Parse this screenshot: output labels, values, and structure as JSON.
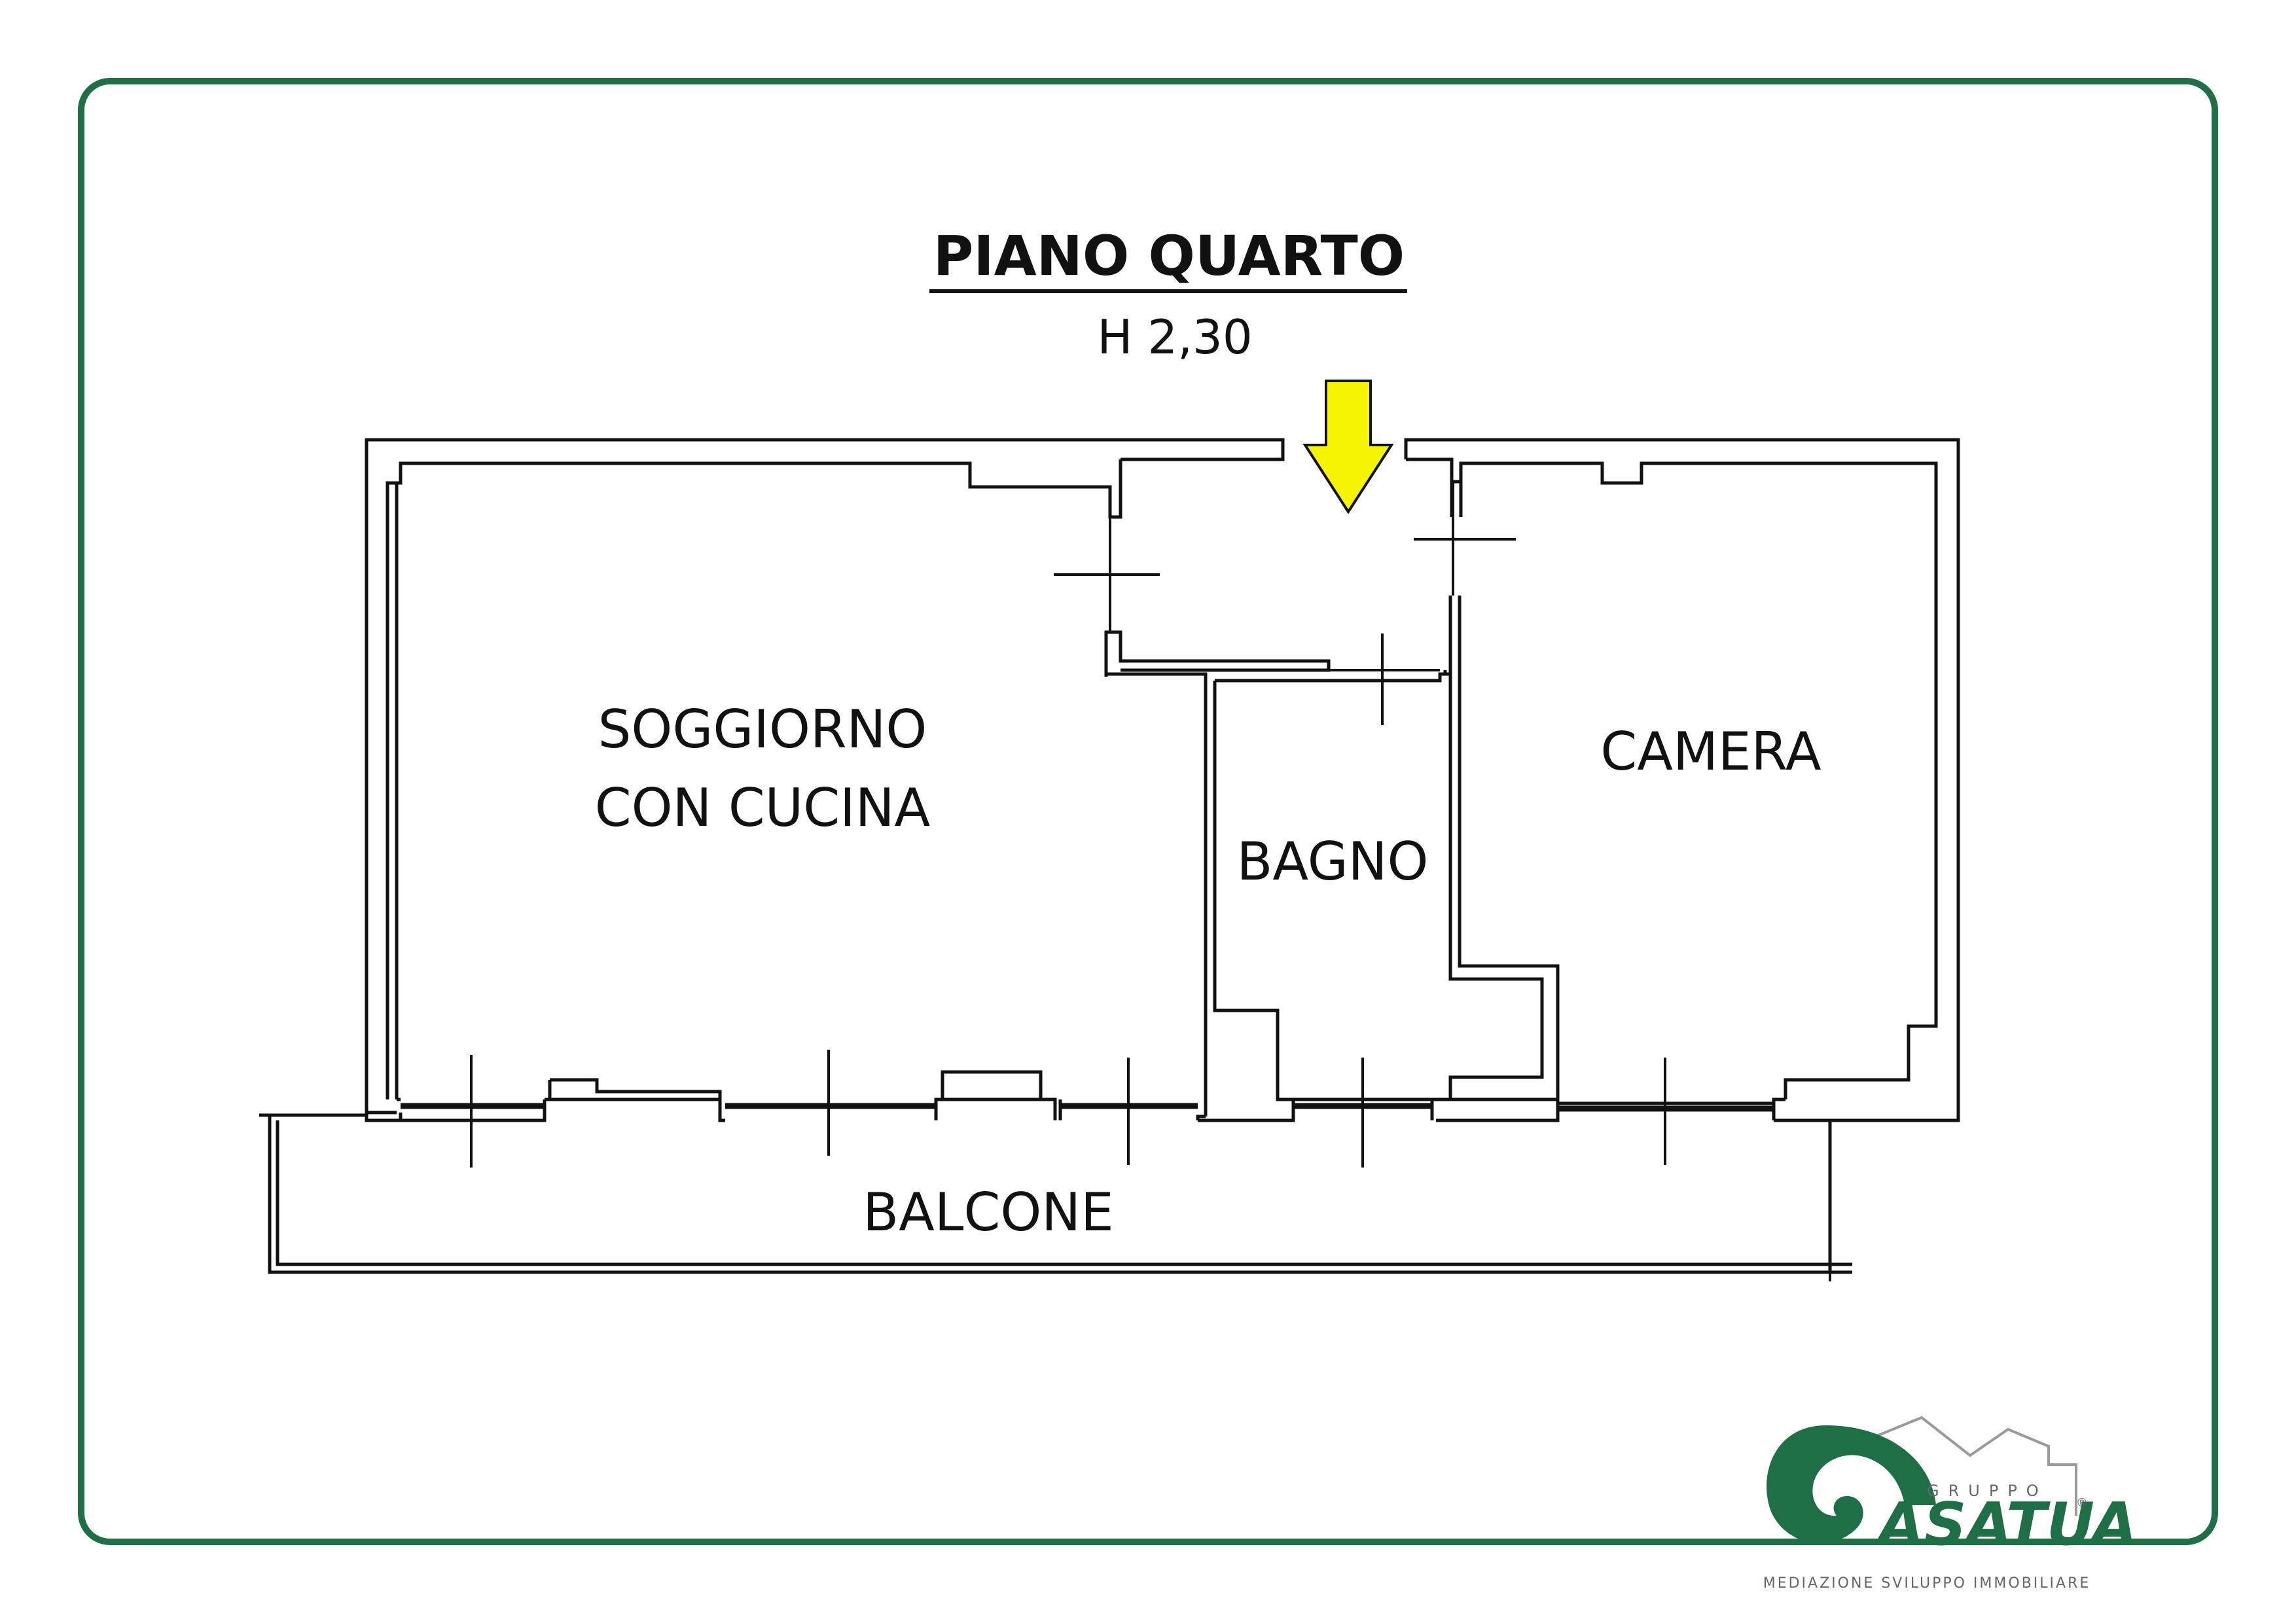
{
  "title": "PIANO QUARTO",
  "height_label": "H 2,30",
  "rooms": {
    "living": {
      "line1": "SOGGIORNO",
      "line2": "CON CUCINA"
    },
    "bedroom": "CAMERA",
    "bathroom": "BAGNO",
    "balcony": "BALCONE"
  },
  "logo": {
    "group_label": "GRUPPO",
    "brand": "ASATUA",
    "tagline": "MEDIAZIONE SVILUPPO IMMOBILIARE"
  },
  "colors": {
    "frame": "#1e6e46",
    "entrance_arrow": "#f5f500",
    "brand_green": "#1e6e46"
  }
}
